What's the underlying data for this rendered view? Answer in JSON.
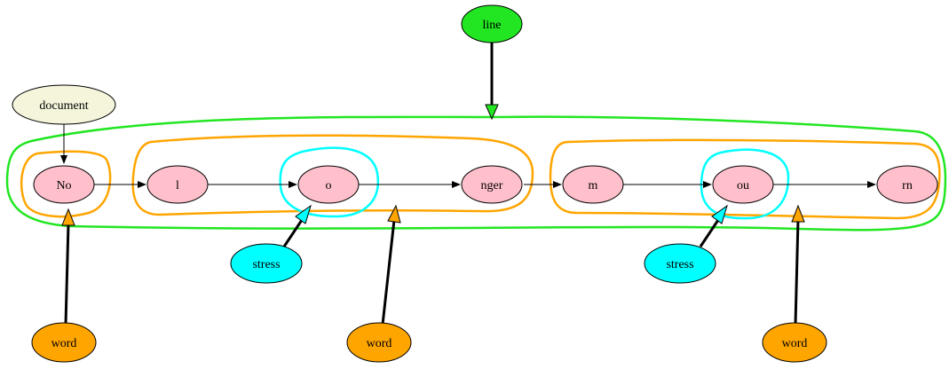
{
  "colors": {
    "segment_fill": "#ffc0cb",
    "document_fill": "#f5f5dc",
    "line_color": "#22e622",
    "word_color": "#ffa500",
    "stress_color": "#00ffff",
    "edge_color": "#000000"
  },
  "nodes": {
    "document": "document",
    "line": "line",
    "segments": [
      "No",
      "l",
      "o",
      "nger",
      "m",
      "ou",
      "rn"
    ],
    "stress": [
      "stress",
      "stress"
    ],
    "word": [
      "word",
      "word",
      "word"
    ]
  }
}
